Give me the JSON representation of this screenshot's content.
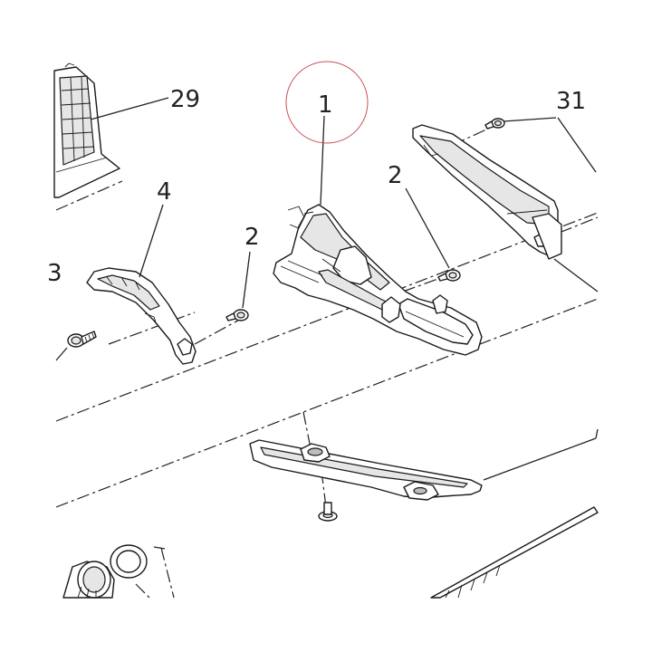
{
  "callouts": {
    "label_29": "29",
    "label_1": "1",
    "label_31": "31",
    "label_4": "4",
    "label_2_upper": "2",
    "label_2_lower": "2",
    "label_3_partial": "3"
  },
  "colors": {
    "highlight_circle": "#c8505a",
    "ink": "#222222"
  }
}
